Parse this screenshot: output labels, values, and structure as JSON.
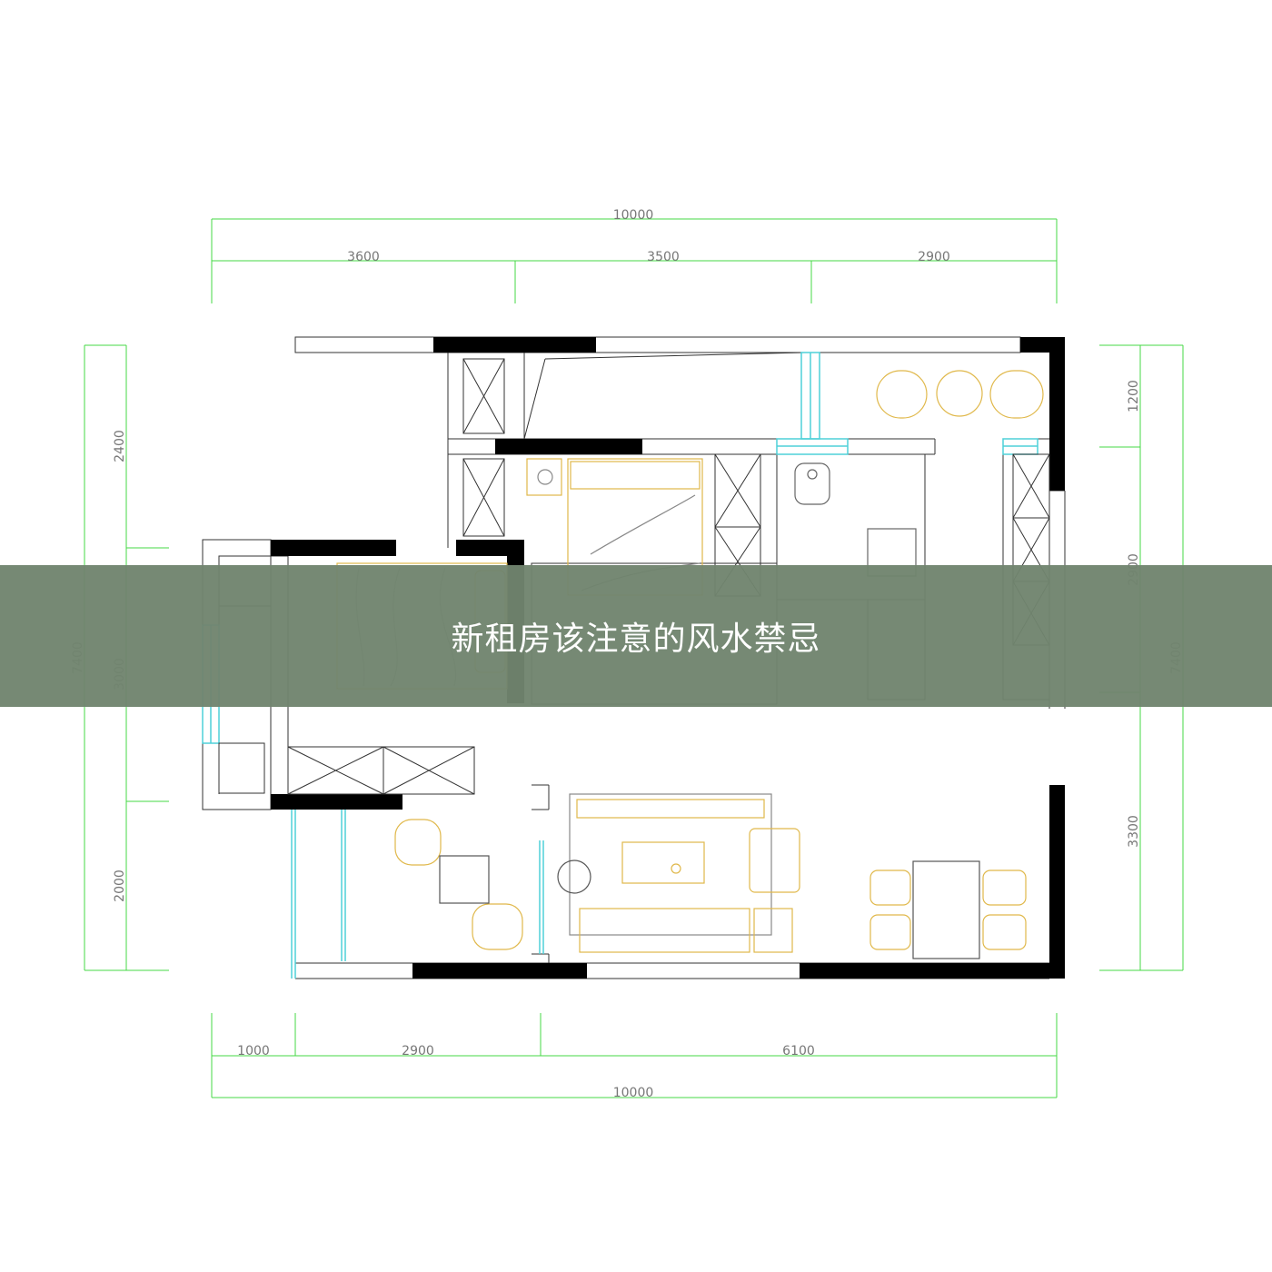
{
  "dimensions": {
    "top_total": "10000",
    "top_segments": [
      "3600",
      "3500",
      "2900"
    ],
    "bottom_segments": [
      "1000",
      "2900",
      "6100"
    ],
    "bottom_total": "10000",
    "left_total": "7400",
    "left_segments": [
      "2400",
      "3000",
      "2000"
    ],
    "right_total": "7400",
    "right_segments": [
      "1200",
      "2900",
      "3300"
    ]
  },
  "banner": {
    "title": "新租房该注意的风水禁忌"
  },
  "colors": {
    "wall": "#000000",
    "line": "#333333",
    "dimension": "#46d946",
    "furniture": "#e0b84a",
    "window": "#4fd0d8",
    "banner_bg": "#70846e",
    "banner_text": "#ffffff"
  },
  "icons": {
    "cabinet": "cross-box-icon",
    "bed": "bed-icon",
    "sofa": "sofa-icon",
    "table": "dining-table-icon",
    "toilet": "toilet-icon"
  }
}
